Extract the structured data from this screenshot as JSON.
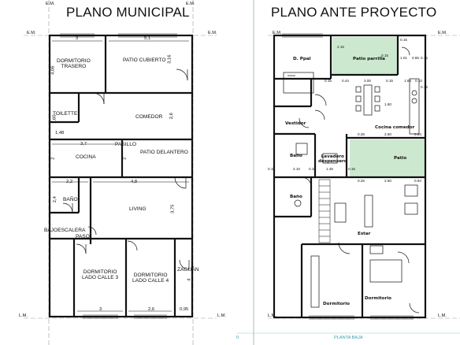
{
  "titles": {
    "left": "PLANO MUNICIPAL",
    "right": "PLANO ANTE PROYECTO"
  },
  "markers": {
    "em": "E.M.",
    "lm": "L.M."
  },
  "left_plan": {
    "rooms": {
      "dorm_trasero": "DORMITORIO\nTRASERO",
      "patio_cubierto": "PATIO CUBIERTO",
      "toilette": "TOILETTE",
      "comedor": "COMEDOR",
      "pasillo": "PASILLO",
      "cocina": "COCINA",
      "patio_delantero": "PATIO DELANTERO",
      "bano": "BAÑO",
      "living": "LIVING",
      "bajoescalera": "BAJOESCALERA",
      "paso": "PASO",
      "dorm_calle3": "DORMITORIO\nLADO CALLE 3",
      "dorm_calle4": "DORMITORIO\nLADO CALLE 4",
      "zaguan": "ZAGUÁN"
    },
    "dims": {
      "w_dorm": "3",
      "w_patio": "5,1",
      "h_dorm": "4,06",
      "h_patio": "3,16",
      "h_toil": "1,60",
      "w_toil": "1,48",
      "h_comedor": "2,6",
      "w_cocina": "3,7",
      "h_cocina": "2",
      "h_patio_del": "2",
      "w_bano": "2,2",
      "h_bano": "2,4",
      "w_living": "4,8",
      "h_living": "3,75",
      "w_dorm3": "3",
      "w_dorm4": "2,6",
      "h_zaguan": "4",
      "w_zaguan": "0,95"
    }
  },
  "right_plan": {
    "rooms": {
      "dppal": "D. Ppal",
      "patio_parrilla": "Patio parrilla",
      "vestidor": "Vestidor",
      "cocina_comedor": "Cocina comedor",
      "bano1": "Baño",
      "lavadero": "Lavadero\ndespensero",
      "patio": "Patio",
      "bano2": "Baño",
      "estar": "Estar",
      "dormitorio1": "Dormitorio",
      "dormitorio2": "Dormitorio"
    },
    "dims": [
      "0.15",
      "2.15",
      "0.15",
      "1.01",
      "0.55",
      "0.15",
      "0.15",
      "0.44",
      "3.00",
      "0.15",
      "1.66",
      "0.10",
      "0.15",
      "0.25",
      "2.50",
      "0.84",
      "0.15",
      "2.10",
      "0.15",
      "1.45",
      "0.15",
      "0.25",
      "2.50",
      "0.84",
      "1.60"
    ],
    "footer": {
      "left": "0",
      "center": "PLANTA BAJA"
    }
  },
  "colors": {
    "ink": "#111111",
    "green": "#cce9cf",
    "teal": "#3aa0b0",
    "grid": "#bbbbbb"
  }
}
